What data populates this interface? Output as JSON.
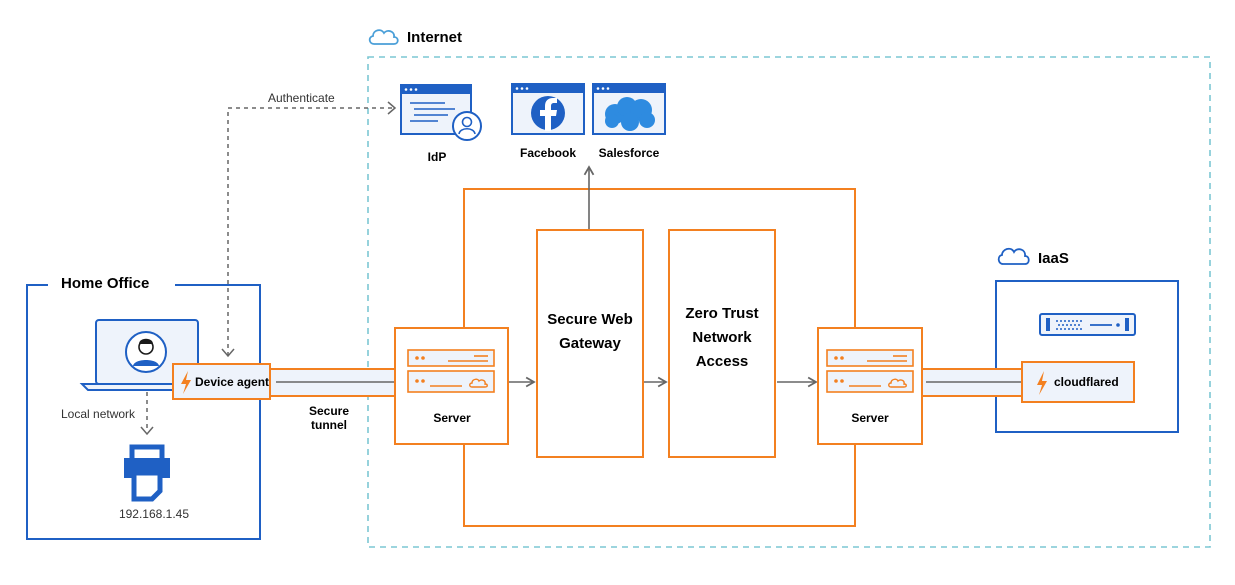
{
  "internet": {
    "title": "Internet"
  },
  "iaas": {
    "title": "IaaS",
    "connector_label": "cloudflared"
  },
  "home_office": {
    "title": "Home Office",
    "agent_label": "Device agent",
    "local_network_label": "Local network",
    "printer_ip": "192.168.1.45"
  },
  "flows": {
    "authenticate_label": "Authenticate",
    "tunnel_line1": "Secure",
    "tunnel_line2": "tunnel"
  },
  "apps": {
    "idp_label": "IdP",
    "facebook_label": "Facebook",
    "salesforce_label": "Salesforce"
  },
  "cloudflare": {
    "swg_line1": "Secure Web",
    "swg_line2": "Gateway",
    "ztna_line1": "Zero Trust",
    "ztna_line2": "Network",
    "ztna_line3": "Access",
    "server_left_label": "Server",
    "server_right_label": "Server"
  },
  "colors": {
    "orange": "#F38020",
    "blue": "#1F60C4",
    "teal": "#7CC7D3",
    "gray": "#666666",
    "light_fill": "#EEF3FB",
    "orange_fill": "#EEF3FB"
  },
  "icons": [
    "cloud-icon",
    "laptop-icon",
    "user-avatar-icon",
    "printer-icon",
    "lightning-icon",
    "server-icon",
    "facebook-icon",
    "salesforce-icon",
    "idp-browser-icon"
  ]
}
